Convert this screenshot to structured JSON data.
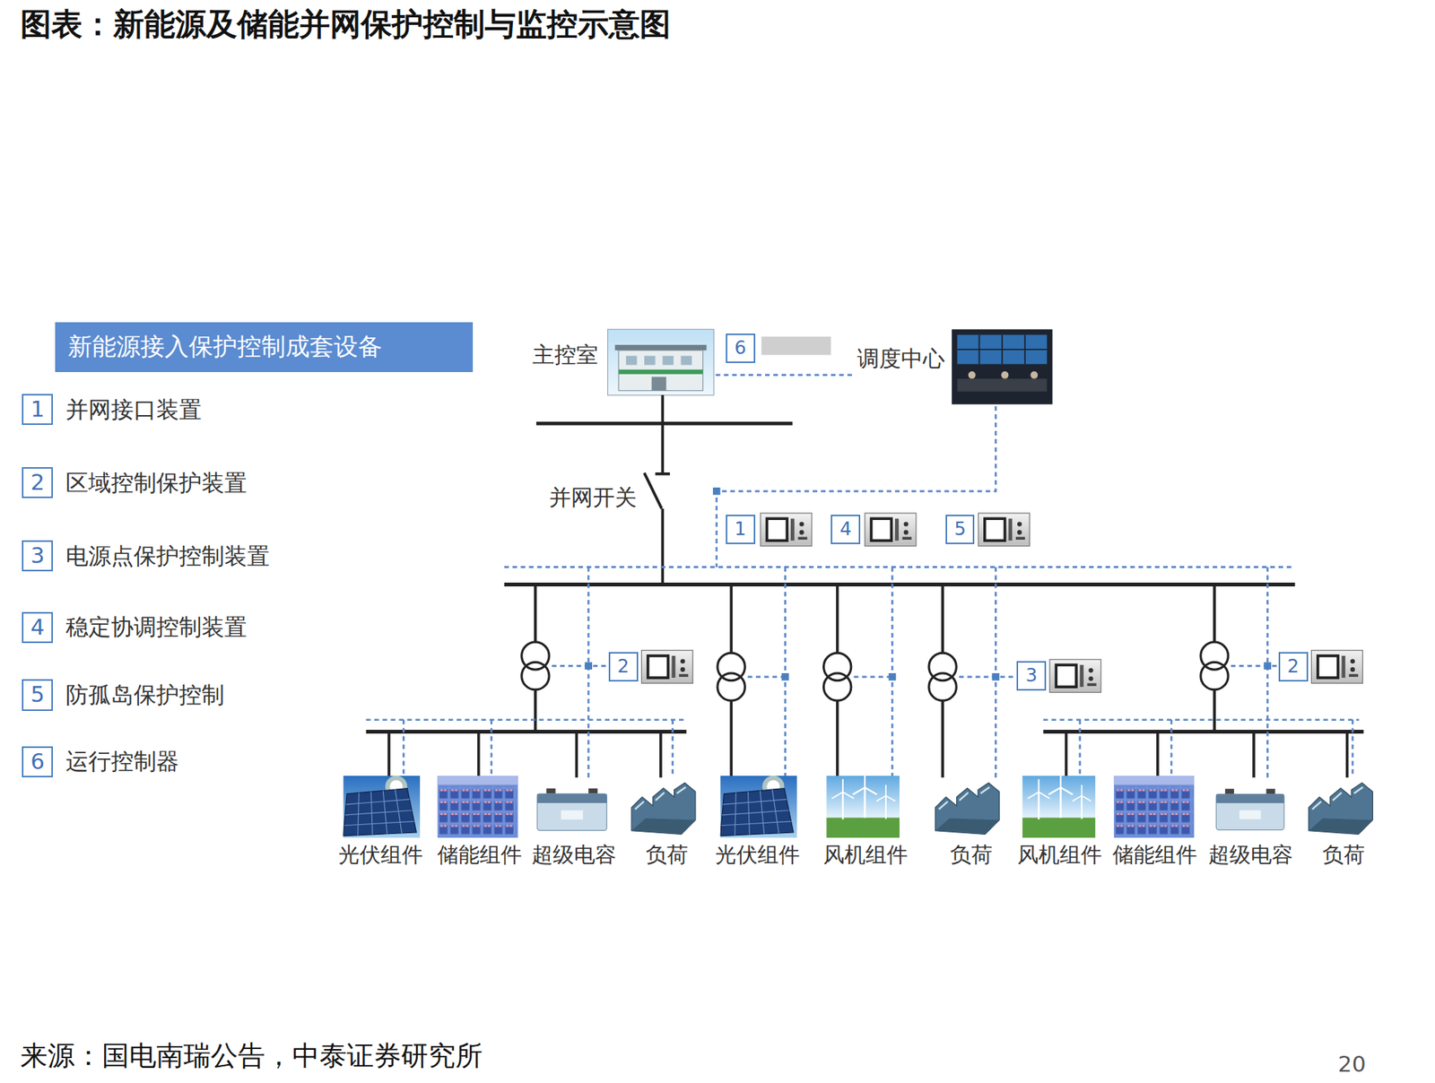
{
  "diagram": {
    "title": "图表：新能源及储能并网保护控制与监控示意图",
    "caption": "来源：国电南瑞公告，中泰证券研究所",
    "nodes": [
      {
        "text": [
          "新能源接入保护控制成套设备"
        ]
      },
      {
        "text": [
          "1"
        ]
      },
      {
        "text": [
          "2"
        ]
      },
      {
        "text": [
          "3"
        ]
      },
      {
        "text": [
          "4"
        ]
      },
      {
        "text": [
          "5"
        ]
      },
      {
        "text": [
          "6"
        ]
      },
      {
        "text": [
          "主控室"
        ]
      },
      {
        "text": [
          "6"
        ]
      },
      {
        "text": [
          "调度中心"
        ]
      },
      {
        "text": [
          "1"
        ]
      },
      {
        "text": [
          "4"
        ]
      },
      {
        "text": [
          "5"
        ]
      },
      {
        "text": [
          "2"
        ]
      },
      {
        "text": [
          "3"
        ]
      },
      {
        "text": [
          "2"
        ]
      }
    ],
    "edges": [
      {
        "from": 7,
        "to": 9,
        "arrow": "none"
      }
    ],
    "labels": [
      "并网接口装置",
      "区域控制保护装置",
      "电源点保护控制装置",
      "稳定协调控制装置",
      "防孤岛保护控制",
      "运行控制器",
      "并网开关",
      "光伏组件",
      "储能组件",
      "超级电容",
      "负荷",
      "光伏组件",
      "风机组件",
      "负荷",
      "风机组件",
      "储能组件",
      "超级电容",
      "负荷",
      "20"
    ]
  }
}
